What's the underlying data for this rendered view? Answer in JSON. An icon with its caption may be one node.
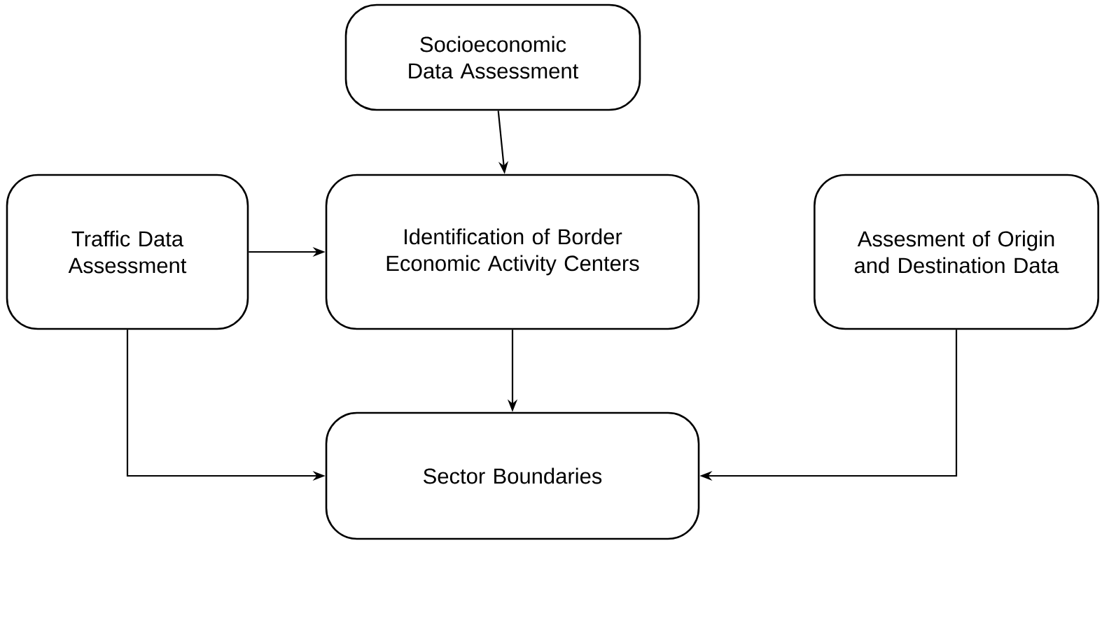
{
  "diagram": {
    "nodes": [
      {
        "text": [
          "Socioeconomic Data Assessment"
        ]
      },
      {
        "text": [
          "Traffic Data Assessment"
        ]
      },
      {
        "text": [
          "Identification of Border Economic Activity Centers"
        ]
      },
      {
        "text": [
          "Assesment of Origin and Destination Data"
        ]
      },
      {
        "text": [
          "Sector Boundaries"
        ]
      }
    ],
    "edges": [
      {
        "from": 0,
        "to": 2,
        "arrow": "to"
      },
      {
        "from": 1,
        "to": 2,
        "arrow": "to"
      },
      {
        "from": 2,
        "to": 4,
        "arrow": "to"
      },
      {
        "from": 1,
        "to": 4,
        "arrow": "to"
      },
      {
        "from": 3,
        "to": 4,
        "arrow": "to"
      }
    ]
  }
}
